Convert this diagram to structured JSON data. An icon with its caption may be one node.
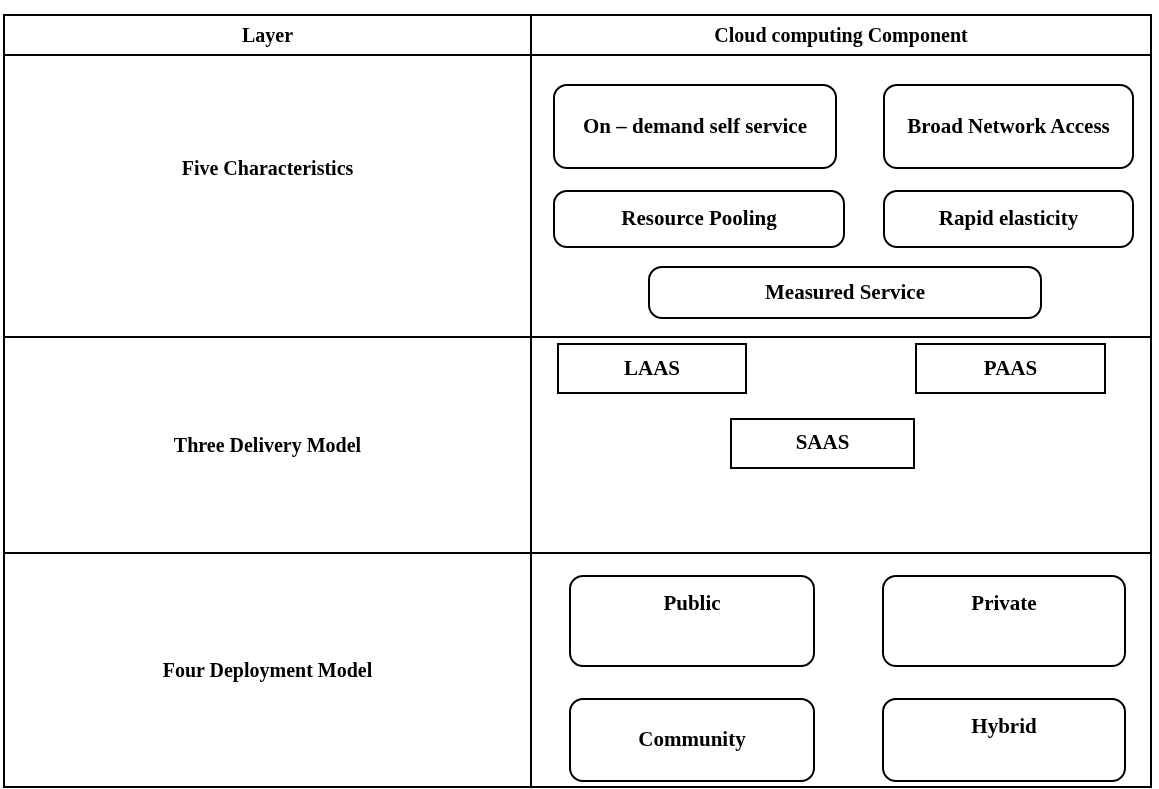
{
  "diagram": {
    "nodes": [
      {
        "text": [
          "On – demand self service"
        ]
      },
      {
        "text": [
          "Broad Network Access"
        ]
      },
      {
        "text": [
          "Resource Pooling"
        ]
      },
      {
        "text": [
          "Rapid elasticity"
        ]
      },
      {
        "text": [
          "Measured Service"
        ]
      },
      {
        "text": [
          "LAAS"
        ]
      },
      {
        "text": [
          "PAAS"
        ]
      },
      {
        "text": [
          "SAAS"
        ]
      },
      {
        "text": [
          "Public"
        ]
      },
      {
        "text": [
          "Private"
        ]
      },
      {
        "text": [
          "Community"
        ]
      },
      {
        "text": [
          "Hybrid"
        ]
      }
    ],
    "labels": [
      "Layer",
      "Cloud computing Component",
      "Five Characteristics",
      "Three Delivery Model",
      "Four Deployment Model"
    ]
  }
}
